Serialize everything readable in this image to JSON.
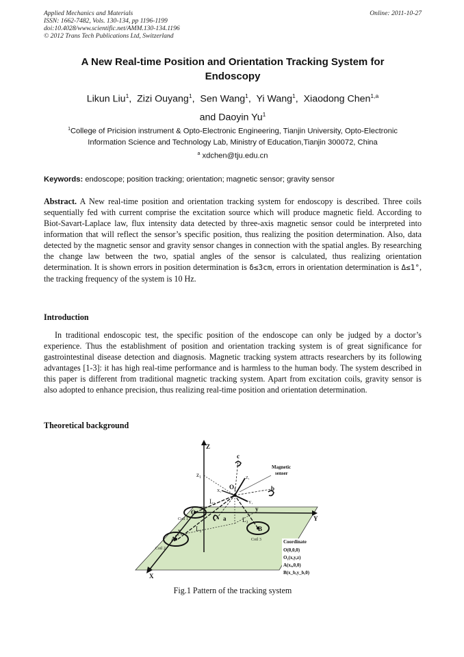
{
  "header": {
    "journal": "Applied Mechanics and Materials",
    "issn": "ISSN: 1662-7482, Vols. 130-134, pp 1196-1199",
    "doi": "doi:10.4028/www.scientific.net/AMM.130-134.1196",
    "copyright": "© 2012 Trans Tech Publications Ltd, Switzerland",
    "online": "Online: 2011-10-27"
  },
  "title": {
    "line1": "A New Real-time Position and Orientation Tracking System for",
    "line2": "Endoscopy"
  },
  "authors": [
    {
      "name": "Likun Liu",
      "sup": "1"
    },
    {
      "name": "Zizi Ouyang",
      "sup": "1"
    },
    {
      "name": "Sen Wang",
      "sup": "1"
    },
    {
      "name": "Yi Wang",
      "sup": "1"
    },
    {
      "name": "Xiaodong Chen",
      "sup": "1,a"
    },
    {
      "name": "Daoyin Yu",
      "sup": "1"
    }
  ],
  "authors_joiner": "and",
  "affiliation": {
    "sup": "1",
    "line1": "College of Pricision instrument & Opto-Electronic Engineering, Tianjin University, Opto-Electronic",
    "line2": "Information Science and Technology Lab, Ministry of Education,Tianjin 300072, China",
    "email_sup": "a",
    "email": "xdchen@tju.edu.cn"
  },
  "keywords": {
    "label": "Keywords:",
    "text": "endoscope; position tracking; orientation; magnetic sensor; gravity sensor"
  },
  "abstract": {
    "label": "Abstract.",
    "text1": "A New real-time position and orientation tracking system for endoscopy is described. Three coils sequentially fed with current comprise the excitation source which will produce magnetic field. According to Biot-Savart-Laplace law, flux intensity data detected by three-axis magnetic sensor could be interpreted into information that will reflect the sensor’s specific position, thus realizing the position determination. Also, data detected by the magnetic sensor and gravity sensor changes in connection with the spatial angles. By researching the change law between the two, spatial angles of the sensor is calculated, thus realizing orientation determination. It is shown errors in position determination is",
    "formula1": "δ≤3cm",
    "text2": ", errors in orientation determination is",
    "formula2": "Δ≤1°",
    "text3": ", the tracking frequency of the system is 10 Hz."
  },
  "sections": {
    "introduction": "Introduction",
    "theory": "Theoretical background"
  },
  "introduction_text": "In traditional endoscopic test, the specific position of the endoscope can only be judged by a doctor’s experience. Thus the establishment of position and orientation tracking system is of great significance for gastrointestinal disease detection and diagnosis. Magnetic tracking system attracts researchers by its following advantages [1-3]: it has high real-time performance and is harmless to the human body. The system described in this paper is different from traditional magnetic tracking system. Apart from excitation coils, gravity sensor is also adopted to enhance precision, thus realizing real-time position and orientation determination.",
  "figure": {
    "caption": "Fig.1 Pattern of the tracking system",
    "labels": {
      "Z": "Z",
      "Y": "Y",
      "X": "X",
      "c": "c",
      "b": "b",
      "a": "a",
      "z1": "z₁",
      "x1": "X₁",
      "y1": "Y₁",
      "zs": "Z₁",
      "O1": "O₁",
      "O": "O",
      "A": "A",
      "B": "B",
      "x": "x",
      "y": "y",
      "L1": "L₁",
      "L2": "L₂",
      "L3": "L₃",
      "coil1": "Coil 1",
      "coil2": "Coil 2",
      "coil3": "Coil 3",
      "sensor1": "Magnetic",
      "sensor2": "senser"
    },
    "legend": {
      "title": "Coordinate",
      "items": [
        "O(0,0,0)",
        "O₁(x,y,z)",
        "A(xₐ,0,0)",
        "B(x_b,y_b,0)"
      ]
    },
    "plane_color": "#d5e6c2"
  }
}
